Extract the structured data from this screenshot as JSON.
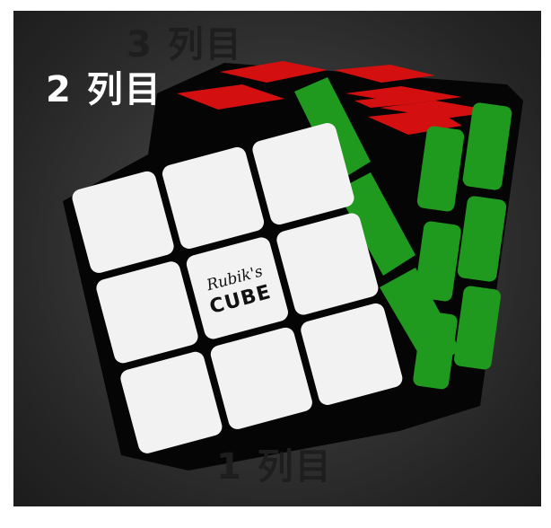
{
  "image": {
    "subject": "Rubik's Cube",
    "background": "dark-gradient",
    "face_colors": {
      "front": "#f2f2f2",
      "right": "#1f9a1f",
      "top": "#d40f0f",
      "body": "#050505",
      "background": "#333333"
    }
  },
  "center_logo": {
    "line1": "Rubik's",
    "line2": "CUBE"
  },
  "labels": {
    "column_1": "1 列目",
    "column_2": "2 列目",
    "column_3": "3 列目"
  }
}
